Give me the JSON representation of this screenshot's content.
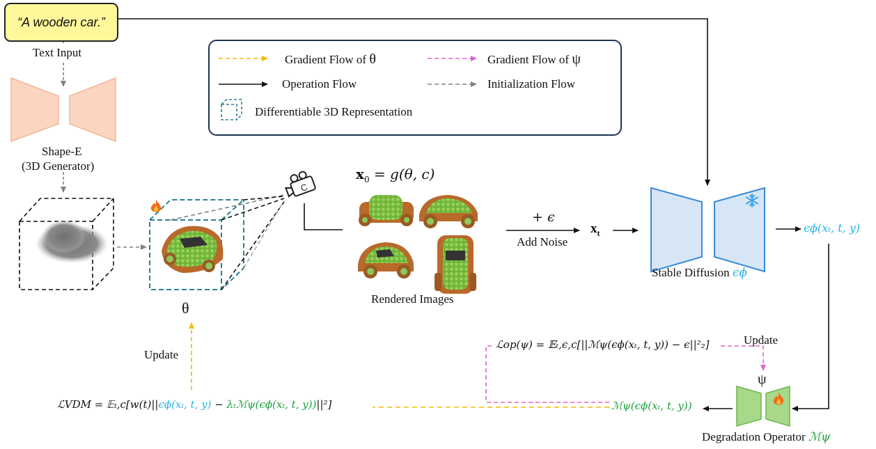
{
  "prompt_text": "“A wooden car.”",
  "text_input_label": "Text Input",
  "shape_e_label_1": "Shape-E",
  "shape_e_label_2": "(3D Generator)",
  "legend": {
    "gradient_theta_label": "Gradient Flow of",
    "gradient_theta_symbol": "θ",
    "gradient_psi_label": "Gradient Flow of",
    "gradient_psi_symbol": "ψ",
    "operation_flow_label": "Operation Flow",
    "initialization_flow_label": "Initialization Flow",
    "diff3d_label": "Differentiable 3D Representation"
  },
  "theta_symbol": "θ",
  "x0_prefix": "x",
  "x0_sub": "0",
  "x0_rest": " = g(θ, c)",
  "rendered_images_label": "Rendered Images",
  "plus_eps_label": "+ ϵ",
  "add_noise_label": "Add Noise",
  "xt_main": "x",
  "xt_sub": "t",
  "stable_diffusion_label": "Stable Diffusion",
  "stable_diffusion_symbol": "ϵϕ",
  "eps_output_label": "ϵϕ(xₜ, t, y)",
  "update_left_label": "Update",
  "update_right_label": "Update",
  "psi_symbol": "ψ",
  "degradation_label": "Degradation Operator",
  "degradation_symbol": "ℳψ",
  "l_op_formula": "ℒop(ψ) = 𝔼ₜ,ϵ,c[||ℳψ(ϵϕ(xₜ, t, y)) − ϵ||²₂]",
  "m_psi_output": "ℳψ(ϵϕ(xₜ, t, y))",
  "l_vdm_prefix": "ℒVDM = 𝔼ₜ,c[w(t)||",
  "l_vdm_cyan": "ϵϕ(xₜ, t, y)",
  "l_vdm_minus": " − ",
  "l_vdm_green": "λₜℳψ(ϵϕ(xₜ, t, y))",
  "l_vdm_suffix": "||²]",
  "colors": {
    "gradient_theta": "#f5b800",
    "gradient_psi": "#e060d0",
    "initialization": "#808080",
    "shape_e_fill": "#fbd5c0",
    "sd_fill": "#d6e6f7",
    "sd_stroke": "#3a8ad6",
    "deg_fill": "#a8d88a",
    "deg_stroke": "#6ab64a",
    "cube_teal": "#2c7f96",
    "cyan_text": "#2bb1e8",
    "green_text": "#1fa040"
  },
  "icons": [
    "fire-icon",
    "snowflake-icon",
    "camera-icon",
    "wooden-car-image"
  ]
}
